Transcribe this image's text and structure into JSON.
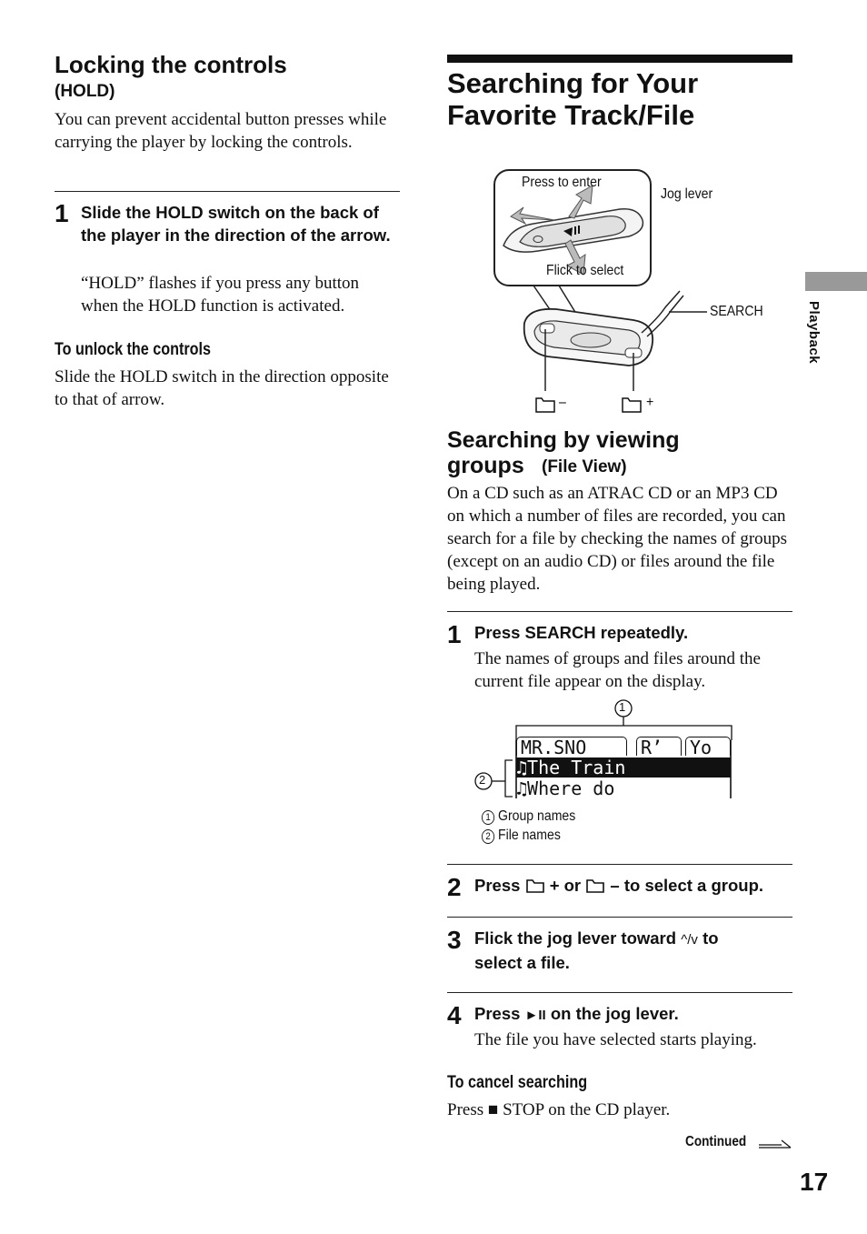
{
  "left": {
    "title": "Locking the controls",
    "subtitle": "(HOLD)",
    "intro": "You can prevent accidental button presses while carrying the player by locking the controls.",
    "step1": {
      "num": "1",
      "title": "Slide the HOLD switch on the back of the player in the direction of the arrow.",
      "body": "“HOLD” flashes if you press any button when the HOLD function is activated."
    },
    "unlock_heading": "To unlock the controls",
    "unlock_body": "Slide the HOLD switch in the direction opposite to that of arrow."
  },
  "right": {
    "title": "Searching for Your Favorite Track/File",
    "figure1": {
      "press_to_enter": "Press to enter",
      "flick_to_select": "Flick to select",
      "jog_lever": "Jog lever",
      "search": "SEARCH",
      "folder_minus": "–",
      "folder_plus": "+"
    },
    "section_title": "Searching by viewing groups",
    "section_subtitle": "(File View)",
    "section_intro": "On a CD such as an ATRAC CD or an MP3 CD on which a number of files are recorded, you can search for a file by checking the names of groups (except on an audio CD) or files around the file being played.",
    "step1": {
      "num": "1",
      "title": "Press SEARCH repeatedly.",
      "body": "The names of groups and files around the current file appear on the display."
    },
    "display": {
      "callout1": "1",
      "callout2": "2",
      "group1": "MR.SNO",
      "group2": "R’",
      "group3": "Yo",
      "file1": "The Train",
      "file2": "Where do",
      "legend1_num": "1",
      "legend1": "Group names",
      "legend2_num": "2",
      "legend2": "File names"
    },
    "step2": {
      "num": "2",
      "press": "Press",
      "plus_or": "+ or",
      "minus_select": "– to select a group."
    },
    "step3": {
      "num": "3",
      "line1_a": "Flick the jog lever toward",
      "arrows": "^/v",
      "line1_b": "to",
      "line2": "select a file."
    },
    "step4": {
      "num": "4",
      "press": "Press",
      "symbol": "►II",
      "rest": "on the jog lever.",
      "body": "The file you have selected starts playing."
    },
    "cancel_heading": "To cancel searching",
    "cancel_body": "Press ■ STOP on the CD player."
  },
  "side_tab": "Playback",
  "continued": "Continued",
  "page_number": "17"
}
